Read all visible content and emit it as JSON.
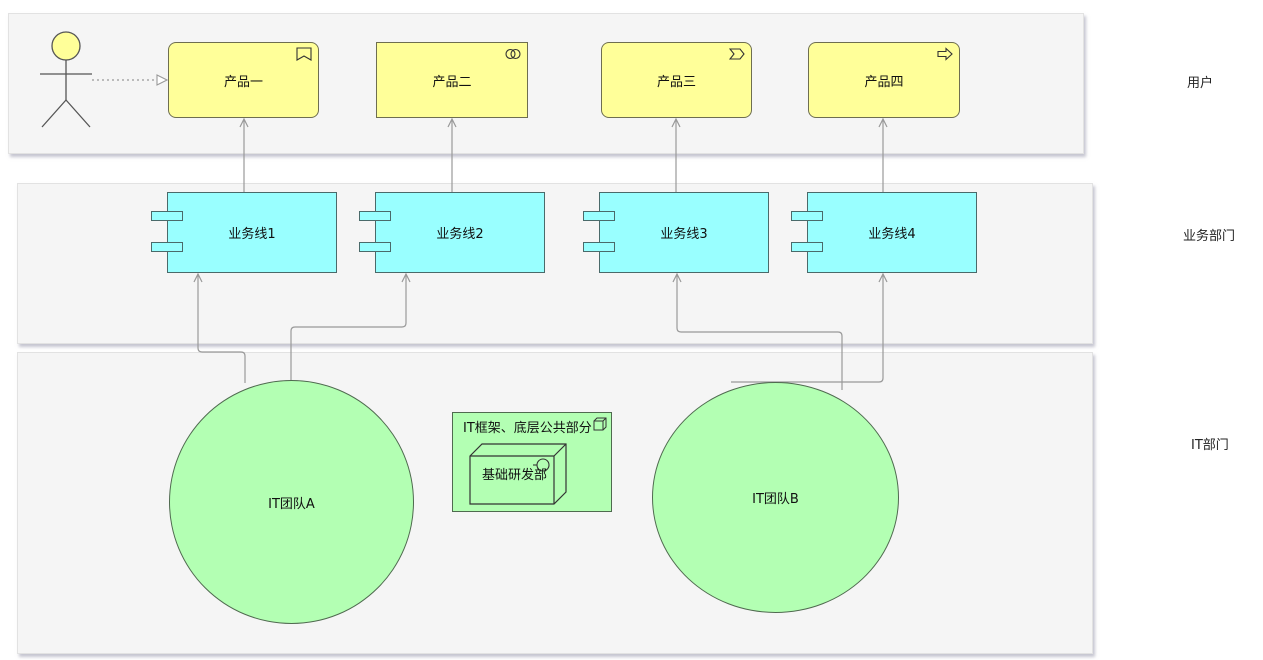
{
  "lanes": {
    "user": "用户",
    "business": "业务部门",
    "it": "IT部门"
  },
  "products": [
    {
      "label": "产品一",
      "icon": "event-icon"
    },
    {
      "label": "产品二",
      "icon": "interaction-icon"
    },
    {
      "label": "产品三",
      "icon": "process-chevron-icon"
    },
    {
      "label": "产品四",
      "icon": "arrow-right-icon"
    }
  ],
  "business_lines": [
    "业务线1",
    "业务线2",
    "业务线3",
    "业务线4"
  ],
  "teams": [
    "IT团队A",
    "IT团队B"
  ],
  "infra": {
    "group_label": "IT框架、底层公共部分",
    "node_label": "基础研发部"
  },
  "colors": {
    "product_fill": "#ffff99",
    "business_fill": "#99ffff",
    "team_fill": "#b3ffb3",
    "lane_fill": "#f5f5f5",
    "connector": "#999999"
  }
}
